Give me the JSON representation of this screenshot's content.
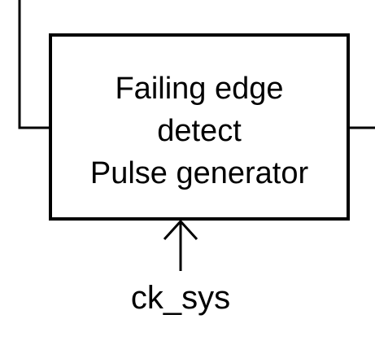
{
  "block": {
    "line1": "Failing edge",
    "line2": "detect",
    "line3": "Pulse generator"
  },
  "clock_input": {
    "label": "ck_sys"
  },
  "colors": {
    "stroke": "#000000",
    "background": "#ffffff"
  }
}
